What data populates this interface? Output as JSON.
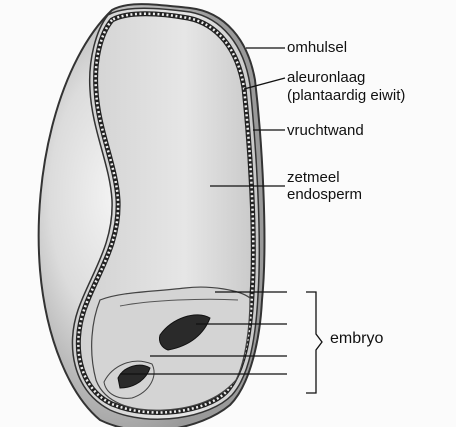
{
  "labels": {
    "omhulsel": "omhulsel",
    "aleuronlaag": "aleuronlaag",
    "plantaardig_eiwit": "(plantaardig eiwit)",
    "vruchtwand": "vruchtwand",
    "zetmeel": "zetmeel",
    "endosperm": "endosperm",
    "embryo": "embryo"
  }
}
